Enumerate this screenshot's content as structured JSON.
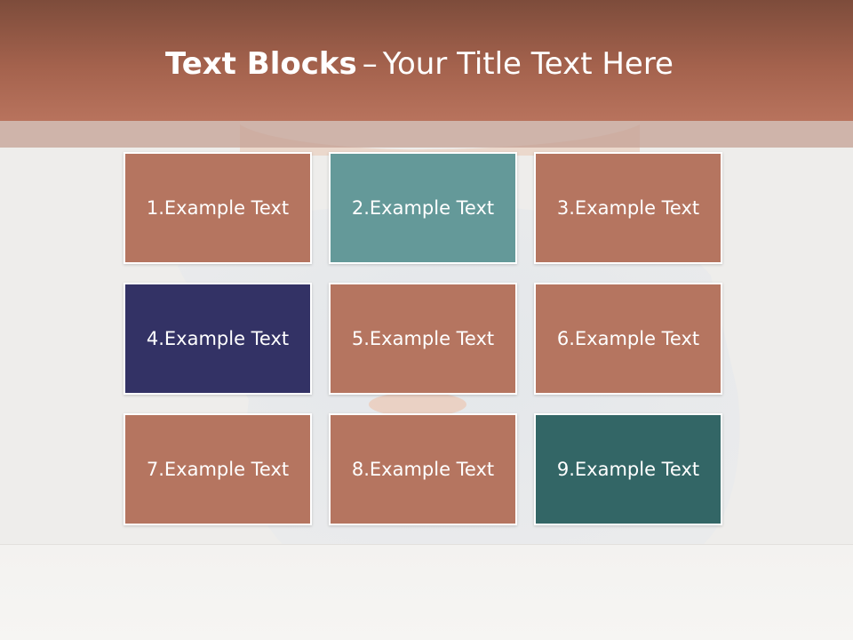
{
  "slide": {
    "title_bold": "Text Blocks",
    "title_separator": "–",
    "title_rest": "Your Title Text Here"
  },
  "colors": {
    "header": "#a4624d",
    "brown_block": "#b57560",
    "teal_light_block": "#649999",
    "navy_block": "#333265",
    "teal_dark_block": "#336666"
  },
  "blocks": [
    {
      "text": "1.Example Text",
      "color": "#b57560"
    },
    {
      "text": "2.Example Text",
      "color": "#649999"
    },
    {
      "text": "3.Example Text",
      "color": "#b57560"
    },
    {
      "text": "4.Example Text",
      "color": "#333265"
    },
    {
      "text": "5.Example Text",
      "color": "#b57560"
    },
    {
      "text": "6.Example Text",
      "color": "#b57560"
    },
    {
      "text": "7.Example Text",
      "color": "#b57560"
    },
    {
      "text": "8.Example Text",
      "color": "#b57560"
    },
    {
      "text": "9.Example Text",
      "color": "#336666"
    }
  ]
}
